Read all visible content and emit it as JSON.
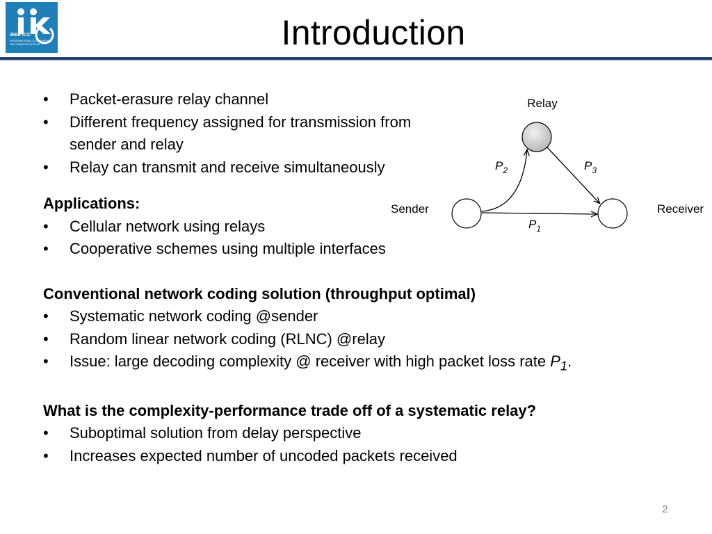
{
  "logo": {
    "brand": "IEEE ICC",
    "caption": "INTERNATIONAL CONFERENCE ON COMMUNICATIONS",
    "logo_colors": {
      "background": "#1f7fb8",
      "mark": "#ffffff"
    }
  },
  "title": "Introduction",
  "bullets_top": [
    "Packet-erasure relay channel",
    "Different frequency assigned for transmission from sender and relay",
    "Relay can transmit and receive simultaneously"
  ],
  "applications": {
    "heading": "Applications:",
    "items": [
      "Cellular network using relays",
      "Cooperative schemes using multiple interfaces"
    ]
  },
  "conventional": {
    "heading": "Conventional network coding solution (throughput optimal)",
    "items": [
      "Systematic network coding @sender",
      "Random linear network coding (RLNC) @relay"
    ],
    "issue_text": "Issue: large decoding complexity @ receiver with high packet loss rate ",
    "issue_symbol": "P",
    "issue_subscript": "1",
    "issue_end": "."
  },
  "question": {
    "heading": "What is the complexity-performance trade off of a systematic relay?",
    "items": [
      "Suboptimal solution from delay perspective",
      "Increases expected number of uncoded packets received"
    ]
  },
  "diagram": {
    "nodes": {
      "relay": "Relay",
      "sender": "Sender",
      "receiver": "Receiver"
    },
    "links": [
      {
        "symbol": "P",
        "subscript": "2"
      },
      {
        "symbol": "P",
        "subscript": "3"
      },
      {
        "symbol": "P",
        "subscript": "1"
      }
    ],
    "colors": {
      "relay_fill": "#d0d0d0",
      "node_fill": "#ffffff",
      "stroke": "#000000"
    }
  },
  "page_number": "2"
}
